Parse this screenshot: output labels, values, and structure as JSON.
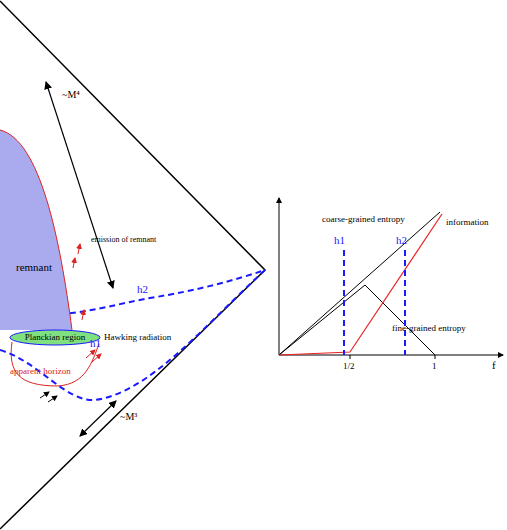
{
  "diagram": {
    "nodes": [
      {
        "text": [
          "remnant"
        ]
      },
      {
        "text": [
          "Planckian region"
        ]
      }
    ],
    "labels": [
      "~M⁴",
      "emission of remnant",
      "Hawking radiation",
      "apparent horizon",
      "~M³",
      "h2",
      "h1",
      "coarse-grained entropy",
      "information",
      "fine-grained entropy",
      "h1",
      "h2",
      "1/2",
      "1",
      "f"
    ]
  }
}
